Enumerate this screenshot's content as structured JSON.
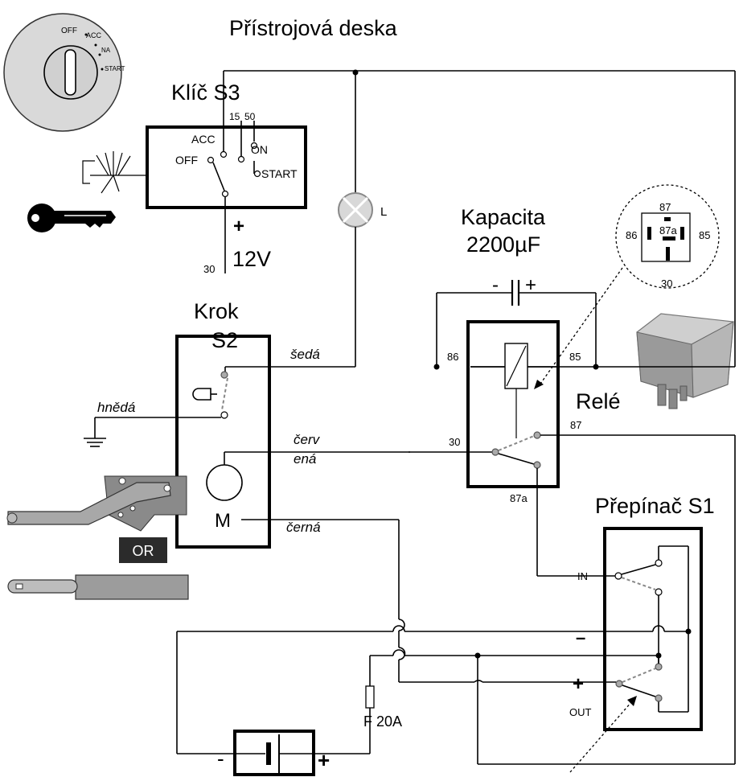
{
  "title": "Přístrojová deska",
  "ignition_dial": {
    "positions": [
      "OFF",
      "ACC",
      "NA",
      "START"
    ]
  },
  "key_switch": {
    "title": "Klíč S3",
    "pin_15": "15",
    "pin_50": "50",
    "acc": "ACC",
    "off": "OFF",
    "on": "ON",
    "start": "START",
    "pin_30": "30",
    "plus": "+",
    "voltage": "12V"
  },
  "lamp": {
    "label": "L"
  },
  "capacitor": {
    "title_line1": "Kapacita",
    "title_line2": "2200µF",
    "minus": "-",
    "plus": "+"
  },
  "relay_pinout": {
    "pin_87": "87",
    "pin_87a": "87a",
    "pin_86": "86",
    "pin_85": "85",
    "pin_30": "30"
  },
  "relay": {
    "title": "Relé",
    "pin_86": "86",
    "pin_85": "85",
    "pin_87": "87",
    "pin_30": "30",
    "pin_87a": "87a"
  },
  "step": {
    "title_line1": "Krok",
    "title_line2": "S2",
    "motor": "M"
  },
  "wires": {
    "grey": "šedá",
    "brown": "hnědá",
    "red_line1": "červ",
    "red_line2": "ená",
    "black": "černá"
  },
  "switch_s1": {
    "title": "Přepínač S1",
    "in": "IN",
    "out": "OUT",
    "minus": "–",
    "plus": "+"
  },
  "fuse": {
    "label": "F 20A"
  },
  "battery": {
    "minus": "-",
    "plus": "+"
  },
  "or_badge": "OR"
}
